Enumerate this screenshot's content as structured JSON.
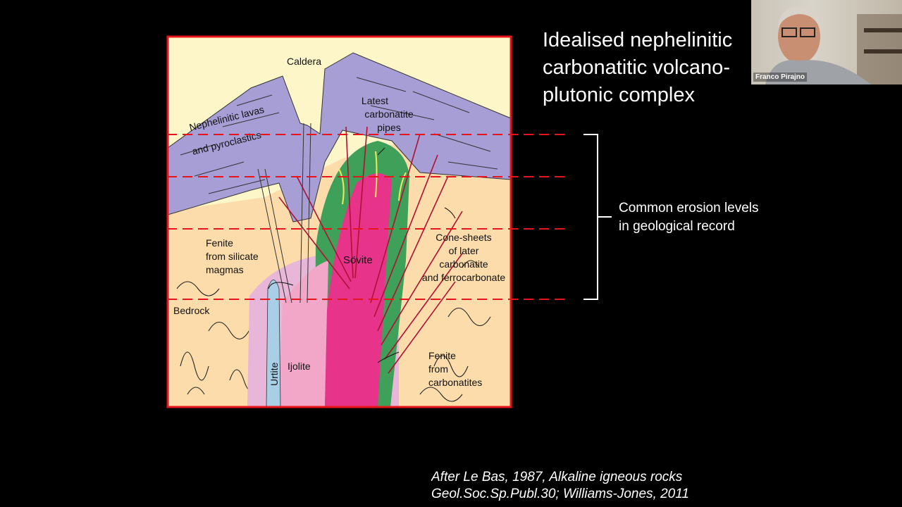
{
  "slide": {
    "title_lines": [
      "Idealised nephelinitic",
      "carbonatitic volcano-",
      "plutonic complex"
    ],
    "erosion_label_lines": [
      "Common erosion levels",
      "in geological record"
    ],
    "citation_lines": [
      "After Le Bas, 1987, Alkaline igneous rocks",
      "Geol.Soc.Sp.Publ.30; Williams-Jones, 2011"
    ]
  },
  "diagram": {
    "caldera": "Caldera",
    "lavas_line1": "Nephelinitic lavas",
    "lavas_line2": "and pyroclastics",
    "latest_line1": "Latest",
    "latest_line2": "carbonatite",
    "latest_line3": "pipes",
    "fenite_silicate_line1": "Fenite",
    "fenite_silicate_line2": "from silicate",
    "fenite_silicate_line3": "magmas",
    "bedrock": "Bedrock",
    "sovite": "Sövite",
    "cone_line1": "Cone-sheets",
    "cone_line2": "of later",
    "cone_line3": "carbonatite",
    "cone_line4": "and ferrocarbonate",
    "urtite": "Urtite",
    "ijolite": "Ijolite",
    "fenite_carb_line1": "Fenite",
    "fenite_carb_line2": "from",
    "fenite_carb_line3": "carbonatites"
  },
  "colors": {
    "background": "#000000",
    "frame": "#e8141c",
    "erosion_line": "#e8141c",
    "sky": "#fdf6c8",
    "bedrock": "#fbdcaa",
    "lavas": "#a79ed6",
    "sovite": "#e8338a",
    "fenite_carb": "#3fa05a",
    "ijolite": "#f2a6c8",
    "urtite": "#a9cfe6"
  },
  "webcam": {
    "participant_name": "Franco Pirajno"
  }
}
